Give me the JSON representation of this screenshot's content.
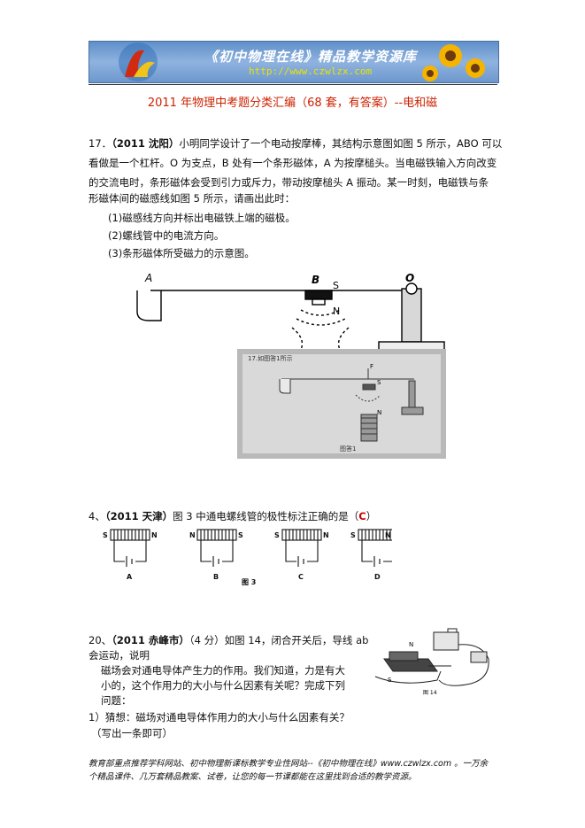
{
  "banner": {
    "title": "《初中物理在线》精品教学资源库",
    "url": "http://www.czwlzx.com"
  },
  "heading": "2011 年物理中考题分类汇编（68 套，有答案）--电和磁",
  "q17": {
    "num": "17．",
    "source": "（2011 沈阳）",
    "line1": "小明同学设计了一个电动按摩棒，其结构示意图如图 5 所示，ABO 可以",
    "line2": "看做是一个杠杆。O 为支点，B 处有一个条形磁体，A 为按摩槌头。当电磁铁输入方向改变",
    "line3": "的交流电时，条形磁体会受到引力或斥力，带动按摩槌头 A 振动。某一时刻，电磁铁与条",
    "line4": "形磁体间的磁感线如图 5 所示，请画出此时：",
    "items": [
      "(1)磁感线方向并标出电磁铁上端的磁极。",
      "(2)螺线管中的电流方向。",
      "(3)条形磁体所受磁力的示意图。"
    ],
    "labels": {
      "a": "A",
      "b": "B",
      "s": "S",
      "n": "N",
      "o": "O"
    },
    "answer_caption": "17.如图答1所示",
    "answer_fig": "图答1",
    "answer_labels": {
      "f": "F",
      "s": "S",
      "n": "N"
    }
  },
  "q4": {
    "num": "4、",
    "source": "（2011 天津）",
    "text": "图 3 中通电螺线管的极性标注正确的是（",
    "answer": "C",
    "close": "）",
    "options": [
      {
        "left": "S",
        "right": "N",
        "label": "A"
      },
      {
        "left": "N",
        "right": "S",
        "label": "B"
      },
      {
        "left": "S",
        "right": "N",
        "label": "C"
      },
      {
        "left": "S",
        "right": "N",
        "label": "D"
      }
    ],
    "fig": "图 3"
  },
  "q20": {
    "num": "20、",
    "source": "（2011 赤峰市）",
    "score": "（4 分）",
    "line1": "如图 14，闭合开关后，导线 ab",
    "line2": "会运动，说明",
    "line3": "磁场会对通电导体产生力的作用。我们知道，力是有大",
    "line4": "小的，这个作用力的大小与什么因素有关呢？完成下列",
    "line5": "问题：",
    "line6": "1）猜想：磁场对通电导体作用力的大小与什么因素有关？",
    "line7": "（写出一条即可）",
    "fig_labels": {
      "n": "N",
      "s": "S",
      "cap": "图 14"
    }
  },
  "footer": {
    "line1": "教育部重点推荐学科网站、初中物理新课标教学专业性网站--《初中物理在线》www.czwlzx.com 。一万余",
    "line2": "个精品课件、几万套精品教案、试卷，让您的每一节课都能在这里找到合适的教学资源。"
  }
}
